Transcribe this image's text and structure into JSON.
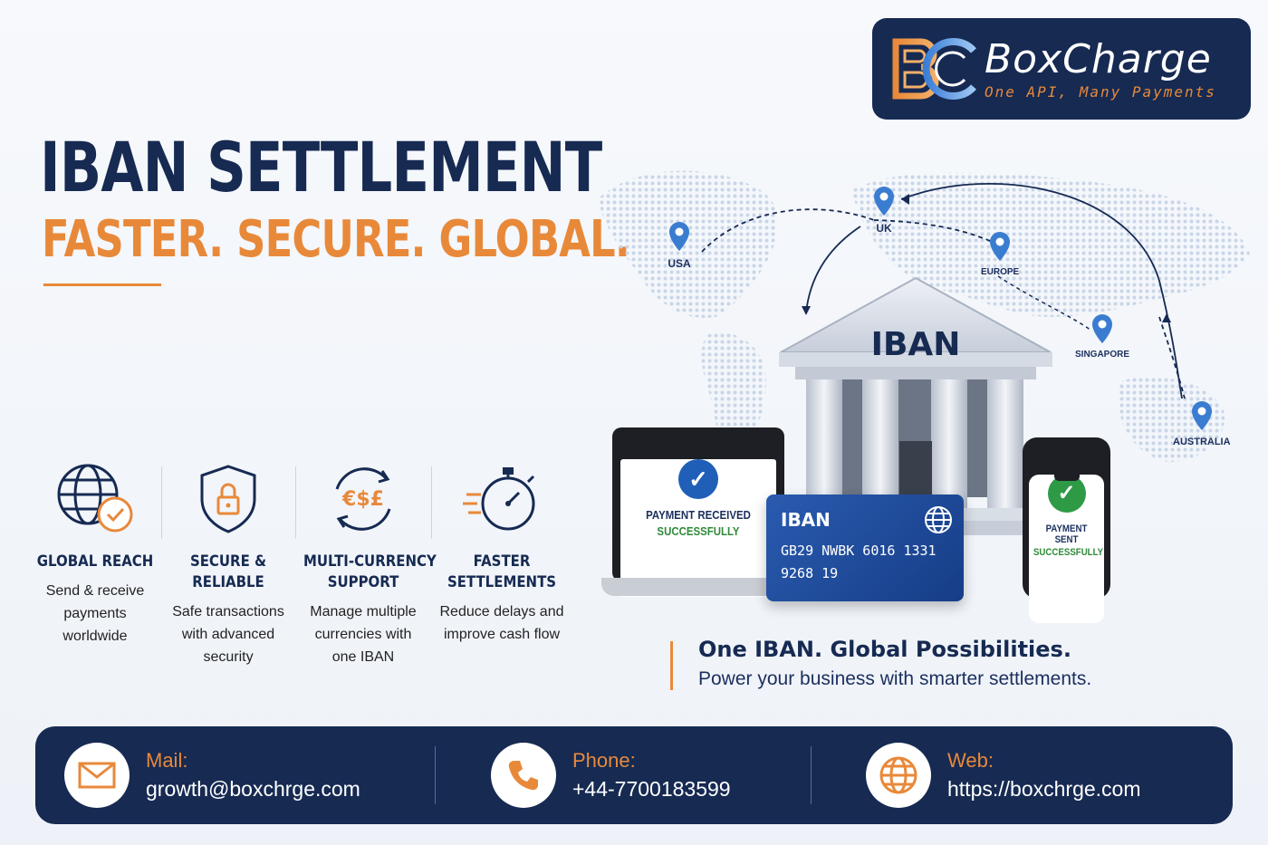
{
  "brand": {
    "name": "BoxCharge",
    "tagline": "One API, Many Payments",
    "colors": {
      "navy": "#162a52",
      "orange": "#e8893a",
      "blue": "#1f5fb8",
      "green": "#2f9a46"
    }
  },
  "hero": {
    "title": "IBAN SETTLEMENT",
    "subtitle": "FASTER. SECURE. GLOBAL."
  },
  "features": [
    {
      "icon": "globe-check-icon",
      "title_l1": "GLOBAL REACH",
      "title_l2": "",
      "desc": [
        "Send & receive",
        "payments",
        "worldwide"
      ]
    },
    {
      "icon": "shield-lock-icon",
      "title_l1": "SECURE &",
      "title_l2": "RELIABLE",
      "desc": [
        "Safe transactions",
        "with advanced",
        "security"
      ]
    },
    {
      "icon": "currency-exchange-icon",
      "title_l1": "MULTI-CURRENCY",
      "title_l2": "SUPPORT",
      "desc": [
        "Manage multiple",
        "currencies with",
        "one IBAN"
      ]
    },
    {
      "icon": "stopwatch-icon",
      "title_l1": "FASTER",
      "title_l2": "SETTLEMENTS",
      "desc": [
        "Reduce delays and",
        "improve cash flow"
      ]
    }
  ],
  "currency_symbols": "€$£",
  "map": {
    "locations": [
      "USA",
      "UK",
      "EUROPE",
      "SINGAPORE",
      "AUSTRALIA"
    ]
  },
  "bank": {
    "label": "IBAN"
  },
  "laptop": {
    "line1": "PAYMENT RECEIVED",
    "line2": "SUCCESSFULLY"
  },
  "card": {
    "title": "IBAN",
    "number_l1": "GB29 NWBK 6016 1331",
    "number_l2": "9268 19"
  },
  "phone": {
    "line1": "PAYMENT SENT",
    "line2": "SUCCESSFULLY"
  },
  "tagline": {
    "title": "One IBAN. Global Possibilities.",
    "sub": "Power your business with smarter settlements."
  },
  "footer": {
    "mail": {
      "label": "Mail:",
      "value": "growth@boxchrge.com",
      "icon": "mail-icon"
    },
    "phone": {
      "label": "Phone:",
      "value": "+44-7700183599",
      "icon": "phone-icon"
    },
    "web": {
      "label": "Web:",
      "value": "https://boxchrge.com",
      "icon": "globe-icon"
    }
  }
}
